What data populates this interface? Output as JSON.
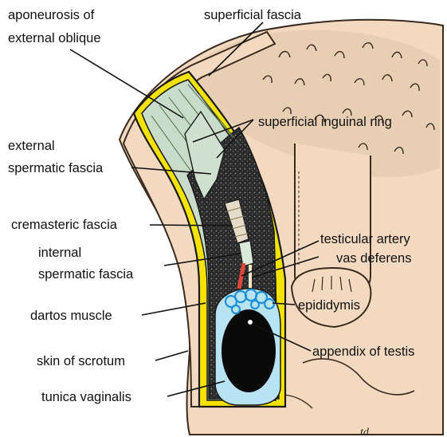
{
  "labels": {
    "aponeurosis_line1": "aponeurosis of",
    "aponeurosis_line2": "external oblique",
    "superficial_fascia": "superficial fascia",
    "superficial_inguinal_ring": "superficial inguinal ring",
    "external_spermatic_line1": "external",
    "external_spermatic_line2": "spermatic fascia",
    "cremasteric_fascia": "cremasteric fascia",
    "internal_spermatic_line1": "internal",
    "internal_spermatic_line2": "spermatic fascia",
    "testicular_artery": "testicular artery",
    "vas_deferens": "vas deferens",
    "dartos_muscle": "dartos muscle",
    "epididymis": "epididymis",
    "skin_of_scrotum": "skin of scrotum",
    "appendix_of_testis": "appendix of testis",
    "tunica_vaginalis": "tunica vaginalis",
    "artist_signature": "td"
  },
  "colors": {
    "skin": "#f2d9bf",
    "skin_outline": "#3a2a1e",
    "pubic_hair_area": "#e8cfb3",
    "superficial_fascia": "#f5e200",
    "aponeurosis": "#c9dcc9",
    "dartos": "#2b2b2b",
    "tunica_vaginalis": "#b7e3f3",
    "testis": "#0a0a0a",
    "epididymis": "#1e90d6",
    "artery": "#e0473a",
    "cremasteric": "#e4dcc8"
  }
}
